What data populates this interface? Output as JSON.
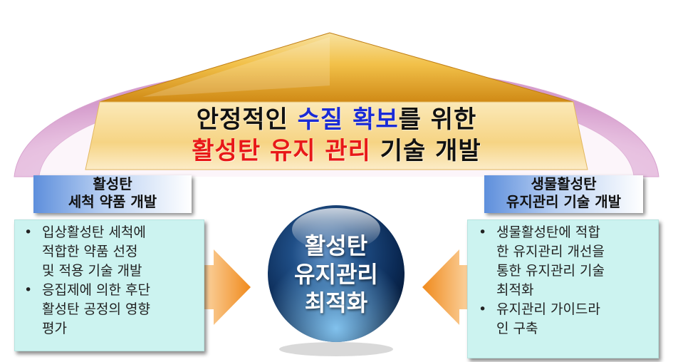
{
  "title": {
    "line1": {
      "pre": "안정적인 ",
      "highlight1": "수질",
      "mid": " ",
      "highlight2": "확보",
      "post": "를 위한"
    },
    "line2": {
      "highlight": "활성탄 유지 관리",
      "post": " 기술 개발"
    }
  },
  "left": {
    "header": {
      "line1": "활성탄",
      "line2": "세척 약품 개발"
    },
    "bullets": [
      {
        "marker": "•",
        "lines": [
          "입상활성탄 세척에",
          "적합한 약품 선정",
          "및 적용 기술 개발"
        ]
      },
      {
        "marker": "•",
        "lines": [
          "응집제에 의한 후단",
          "활성탄 공정의 영향",
          "평가"
        ]
      }
    ]
  },
  "right": {
    "header": {
      "line1": "생물활성탄",
      "line2": "유지관리 기술 개발"
    },
    "bullets": [
      {
        "marker": "•",
        "lines": [
          "생물활성탄에 적합",
          "한 유지관리 개선을",
          "통한 유지관리 기술",
          "최적화"
        ]
      },
      {
        "marker": "•",
        "lines": [
          "유지관리 가이드라",
          "인 구축"
        ]
      }
    ]
  },
  "center": {
    "line1": "활성탄",
    "line2": "유지관리",
    "line3": "최적화"
  },
  "colors": {
    "roof_gold": "#f2c14a",
    "highlight_blue": "#1a2bd6",
    "highlight_red": "#e81818",
    "panel_fill": "#ccf3f0",
    "arrow_orange": "#f08a1c",
    "sphere_dark": "#0b2a55"
  }
}
